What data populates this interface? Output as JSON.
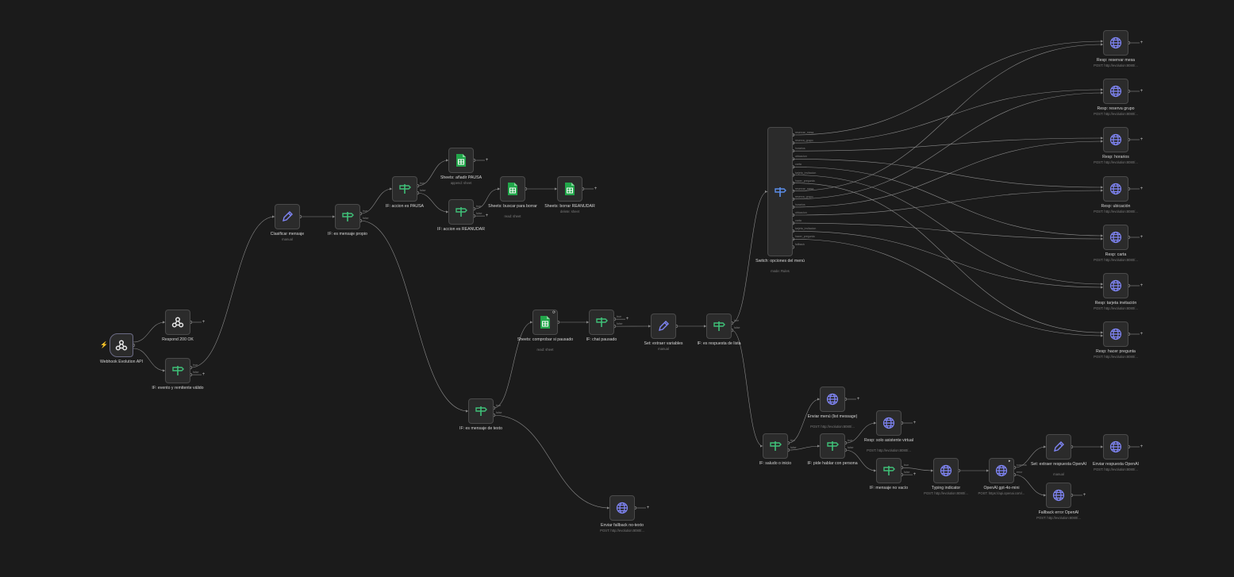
{
  "colors": {
    "background": "#1b1b1b",
    "node": "#2b2b2b",
    "node_border": "#4a4a4a",
    "edge": "#8a8a8a",
    "label": "#d6d6d6",
    "if_icon": "#3fbf78",
    "sheets_icon": "#22a64a",
    "http_icon": "#7f85f5",
    "set_icon": "#7f85f5",
    "switch_icon": "#5b8de8",
    "trigger_mark": "#e05a3a"
  },
  "nodes": {
    "webhook": {
      "label": "Webhook Evolution API",
      "sub": "",
      "icon": "webhook-icon"
    },
    "respond": {
      "label": "Respond 200 OK",
      "sub": "",
      "icon": "webhook-icon"
    },
    "if_evento": {
      "label": "IF: evento y remitente válido",
      "sub": "",
      "icon": "if-icon"
    },
    "clasificar": {
      "label": "Clasificar mensaje",
      "sub": "manual",
      "icon": "pencil-icon"
    },
    "if_propio": {
      "label": "IF: es mensaje propio",
      "sub": "",
      "icon": "if-icon"
    },
    "if_pausa": {
      "label": "IF: accion es PAUSA",
      "sub": "",
      "icon": "if-icon"
    },
    "sheets_anadir": {
      "label": "Sheets: añadir PAUSA",
      "sub": "append: sheet",
      "icon": "sheets-icon"
    },
    "if_reanudar": {
      "label": "IF: accion es REANUDAR",
      "sub": "",
      "icon": "if-icon"
    },
    "sheets_buscar": {
      "label": "Sheets: buscar para borrar",
      "sub": "read: sheet",
      "icon": "sheets-icon"
    },
    "sheets_borrar": {
      "label": "Sheets: borrar REANUDAR",
      "sub": "delete: sheet",
      "icon": "sheets-icon"
    },
    "if_texto": {
      "label": "IF: es mensaje de texto",
      "sub": "",
      "icon": "if-icon"
    },
    "sheets_comprobar": {
      "label": "Sheets: comprobar si pausado",
      "sub": "read: sheet",
      "icon": "sheets-icon"
    },
    "if_pausado": {
      "label": "IF: chat pausado",
      "sub": "",
      "icon": "if-icon"
    },
    "set_extraer": {
      "label": "Set: extraer variables",
      "sub": "manual",
      "icon": "pencil-icon"
    },
    "if_lista": {
      "label": "IF: es respuesta de lista",
      "sub": "",
      "icon": "if-icon"
    },
    "switch_menu": {
      "label": "Switch: opciones del menú",
      "sub": "mode: Rules",
      "icon": "switch-icon"
    },
    "resp_reservar": {
      "label": "Resp: reservar mesa",
      "sub": "POST: http://evolution:8080/...",
      "icon": "globe-icon"
    },
    "resp_grupo": {
      "label": "Resp: reserva grupo",
      "sub": "POST: http://evolution:8080/...",
      "icon": "globe-icon"
    },
    "resp_horarios": {
      "label": "Resp: horarios",
      "sub": "POST: http://evolution:8080/...",
      "icon": "globe-icon"
    },
    "resp_ubicacion": {
      "label": "Resp: ubicación",
      "sub": "POST: http://evolution:8080/...",
      "icon": "globe-icon"
    },
    "resp_carta": {
      "label": "Resp: carta",
      "sub": "POST: http://evolution:8080/...",
      "icon": "globe-icon"
    },
    "resp_tarjeta": {
      "label": "Resp: tarjeta invitación",
      "sub": "POST: http://evolution:8080/...",
      "icon": "globe-icon"
    },
    "resp_pregunta": {
      "label": "Resp: hacer pregunta",
      "sub": "POST: http://evolution:8080/...",
      "icon": "globe-icon"
    },
    "fallback_texto": {
      "label": "Enviar fallback no-texto",
      "sub": "POST: http://evolution:8080/...",
      "icon": "globe-icon"
    },
    "if_saludo": {
      "label": "IF: saludo o inicio",
      "sub": "",
      "icon": "if-icon"
    },
    "enviar_menu": {
      "label": "Enviar menú (list message)",
      "sub": "POST: http://evolution:8080/...",
      "icon": "globe-icon"
    },
    "if_persona": {
      "label": "IF: pide hablar con persona",
      "sub": "",
      "icon": "if-icon"
    },
    "resp_asistente": {
      "label": "Resp: solo asistente virtual",
      "sub": "POST: http://evolution:8080/...",
      "icon": "globe-icon"
    },
    "if_vacio": {
      "label": "IF: mensaje no vacío",
      "sub": "",
      "icon": "if-icon"
    },
    "typing": {
      "label": "Typing indicator",
      "sub": "POST: http://evolution:8080/...",
      "icon": "globe-icon"
    },
    "openai": {
      "label": "OpenAI gpt-4o-mini",
      "sub": "POST: https://api.openai.com/...",
      "icon": "globe-icon"
    },
    "set_openai": {
      "label": "Set: extraer respuesta OpenAI",
      "sub": "manual",
      "icon": "pencil-icon"
    },
    "enviar_openai": {
      "label": "Enviar respuesta OpenAI",
      "sub": "POST: http://evolution:8080/...",
      "icon": "globe-icon"
    },
    "fallback_openai": {
      "label": "Fallback error OpenAI",
      "sub": "POST: http://evolution:8080/...",
      "icon": "globe-icon"
    }
  },
  "port_labels": {
    "true": "true",
    "false": "false",
    "success": "success",
    "error": "error"
  },
  "switch_outputs": [
    "reservar_mesa",
    "reserva_grupo",
    "horarios",
    "ubicacion",
    "carta",
    "tarjeta_invitacion",
    "hacer_pregunta",
    "reservar_mesa",
    "reserva_grupo",
    "horarios",
    "ubicacion",
    "carta",
    "tarjeta_invitacion",
    "hacer_pregunta",
    "fallback"
  ],
  "plus_symbol": "+"
}
